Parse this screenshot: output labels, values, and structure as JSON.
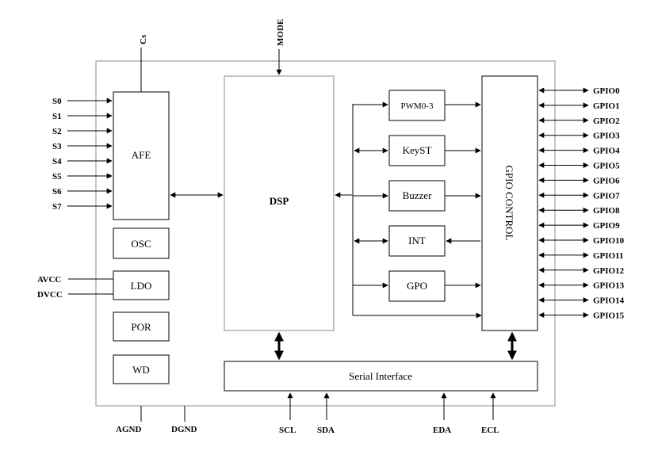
{
  "inputs": {
    "s": [
      "S0",
      "S1",
      "S2",
      "S3",
      "S4",
      "S5",
      "S6",
      "S7"
    ],
    "cs": "Cs",
    "mode": "MODE",
    "avcc": "AVCC",
    "dvcc": "DVCC"
  },
  "blocks": {
    "afe": "AFE",
    "osc": "OSC",
    "ldo": "LDO",
    "por": "POR",
    "wd": "WD",
    "dsp": "DSP",
    "pwm": "PWM0-3",
    "keyst": "KeyST",
    "buzzer": "Buzzer",
    "int": "INT",
    "gpo": "GPO",
    "gpio_control": "GPIO CONTROL",
    "serial": "Serial Interface"
  },
  "gpio": [
    "GPIO0",
    "GPIO1",
    "GPIO2",
    "GPIO3",
    "GPIO4",
    "GPIO5",
    "GPIO6",
    "GPIO7",
    "GPIO8",
    "GPIO9",
    "GPIO10",
    "GPIO11",
    "GPIO12",
    "GPIO13",
    "GPIO14",
    "GPIO15"
  ],
  "bottom": {
    "agnd": "AGND",
    "dgnd": "DGND",
    "scl": "SCL",
    "sda": "SDA",
    "eda": "EDA",
    "ecl": "ECL"
  }
}
